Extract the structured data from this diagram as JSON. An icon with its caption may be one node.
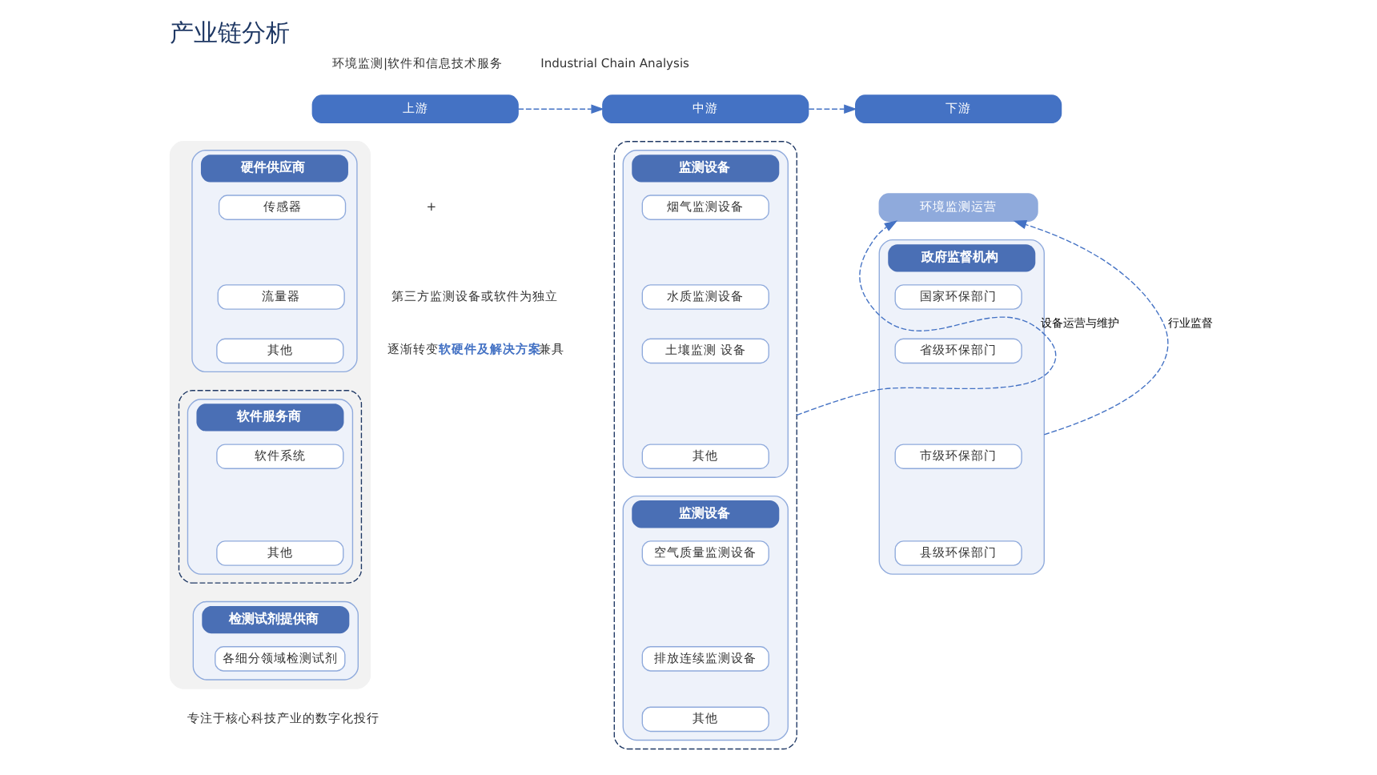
{
  "diagram": {
    "title": "产业链分析",
    "nodes": [
      {
        "text": [
          "上游"
        ]
      },
      {
        "text": [
          "中游"
        ]
      },
      {
        "text": [
          "下游"
        ]
      },
      {
        "text": [],
        "shape": "box"
      },
      {
        "text": [
          "硬件供应商"
        ],
        "in": 3
      },
      {
        "text": [
          "传感器"
        ],
        "in": 4
      },
      {
        "text": [
          "流量器"
        ],
        "in": 4
      },
      {
        "text": [
          "其他"
        ],
        "in": 4
      },
      {
        "text": [],
        "shape": "box",
        "in": 3
      },
      {
        "text": [
          "软件服务商"
        ],
        "in": 8
      },
      {
        "text": [
          "软件系统"
        ],
        "in": 9
      },
      {
        "text": [
          "其他"
        ],
        "in": 9
      },
      {
        "text": [
          "检测试剂提供商"
        ],
        "in": 3
      },
      {
        "text": [
          "各细分领域检测试剂"
        ],
        "in": 12
      },
      {
        "text": [],
        "shape": "box"
      },
      {
        "text": [
          "监测设备"
        ],
        "in": 14
      },
      {
        "text": [
          "烟气监测设备"
        ],
        "in": 15
      },
      {
        "text": [
          "水质监测设备"
        ],
        "in": 15
      },
      {
        "text": [
          "土壤监测 设备"
        ],
        "in": 15
      },
      {
        "text": [
          "其他"
        ],
        "in": 15
      },
      {
        "text": [
          "监测设备"
        ],
        "in": 14
      },
      {
        "text": [
          "空气质量监测设备"
        ],
        "in": 20
      },
      {
        "text": [
          "排放连续监测设备"
        ],
        "in": 20
      },
      {
        "text": [
          "其他"
        ],
        "in": 20
      },
      {
        "text": [
          "环境监测运营"
        ]
      },
      {
        "text": [
          "政府监督机构"
        ]
      },
      {
        "text": [
          "国家环保部门"
        ],
        "in": 25
      },
      {
        "text": [
          "省级环保部门"
        ],
        "in": 25
      },
      {
        "text": [
          "市级环保部门"
        ],
        "in": 25
      },
      {
        "text": [
          "县级环保部门"
        ],
        "in": 25
      }
    ],
    "edges": [
      {
        "from": 0,
        "to": 1,
        "arrow": "to",
        "style": "dashed"
      },
      {
        "from": 1,
        "to": 2,
        "arrow": "to",
        "style": "dashed"
      },
      {
        "from": 14,
        "to": 24,
        "arrow": "to",
        "style": "dashed",
        "label": "设备运营与维护"
      },
      {
        "from": 25,
        "to": 24,
        "arrow": "to",
        "style": "dashed",
        "label": "行业监督"
      }
    ],
    "labels": [
      "Industrial Chain Analysis",
      "环境监测|软件和信息技术服务",
      "+",
      "第三方监测设备或软件为独立",
      "逐渐转变**软硬件及解决方案**兼具",
      "专注于核心科技产业的数字化投行"
    ]
  }
}
